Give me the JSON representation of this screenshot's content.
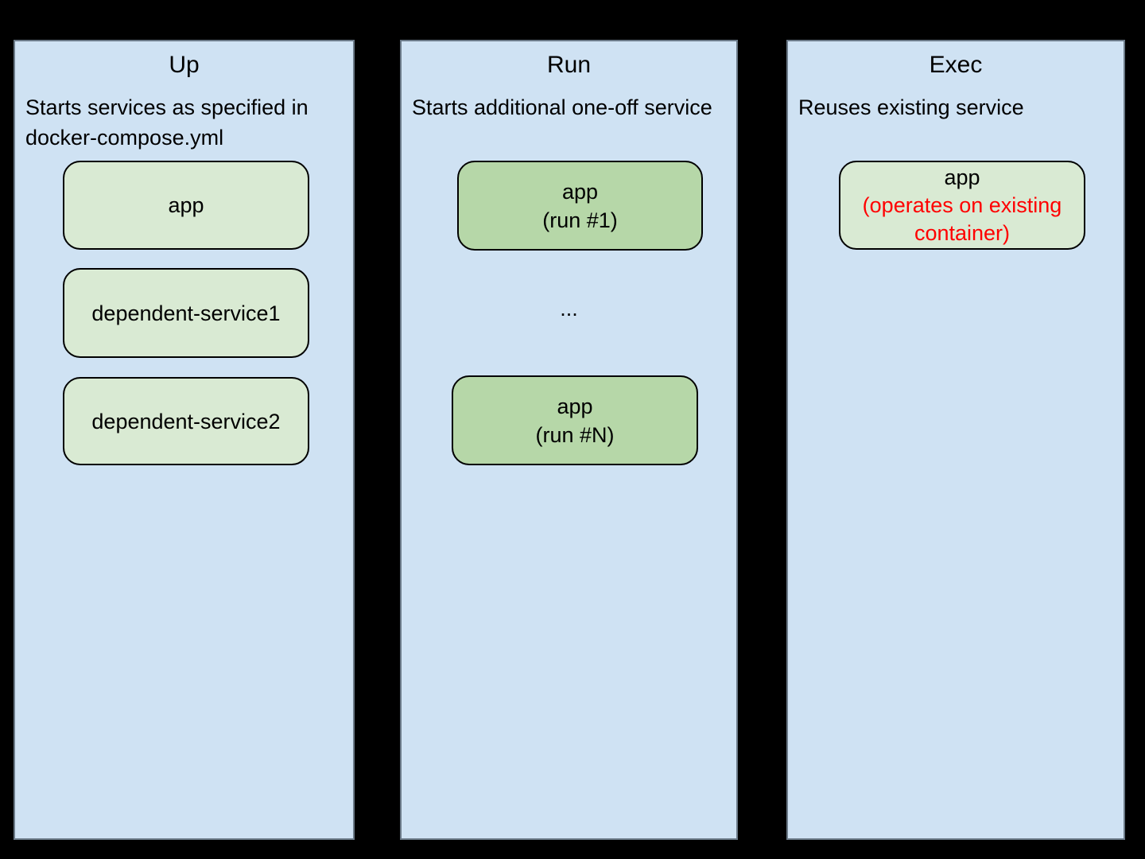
{
  "diagram": {
    "background": "#000000",
    "colors": {
      "panel_fill": "#cfe2f3",
      "panel_border": "#6b7a88",
      "box_fill_light_green": "#d9ead3",
      "box_fill_medium_green": "#b6d7a8",
      "box_border": "#000000",
      "text": "#000000",
      "warning_text": "#ff0000"
    },
    "columns": [
      {
        "title": "Up",
        "description": "Starts services as specified in docker-compose.yml",
        "boxes": [
          {
            "label": "app"
          },
          {
            "label": "dependent-service1"
          },
          {
            "label": "dependent-service2"
          }
        ]
      },
      {
        "title": "Run",
        "description": "Starts additional one-off service",
        "ellipsis": "...",
        "boxes": [
          {
            "line1": "app",
            "line2": "(run #1)"
          },
          {
            "line1": "app",
            "line2": "(run #N)"
          }
        ]
      },
      {
        "title": "Exec",
        "description": "Reuses existing service",
        "boxes": [
          {
            "line1": "app",
            "note_red": "(operates on existing container)"
          }
        ]
      }
    ]
  }
}
